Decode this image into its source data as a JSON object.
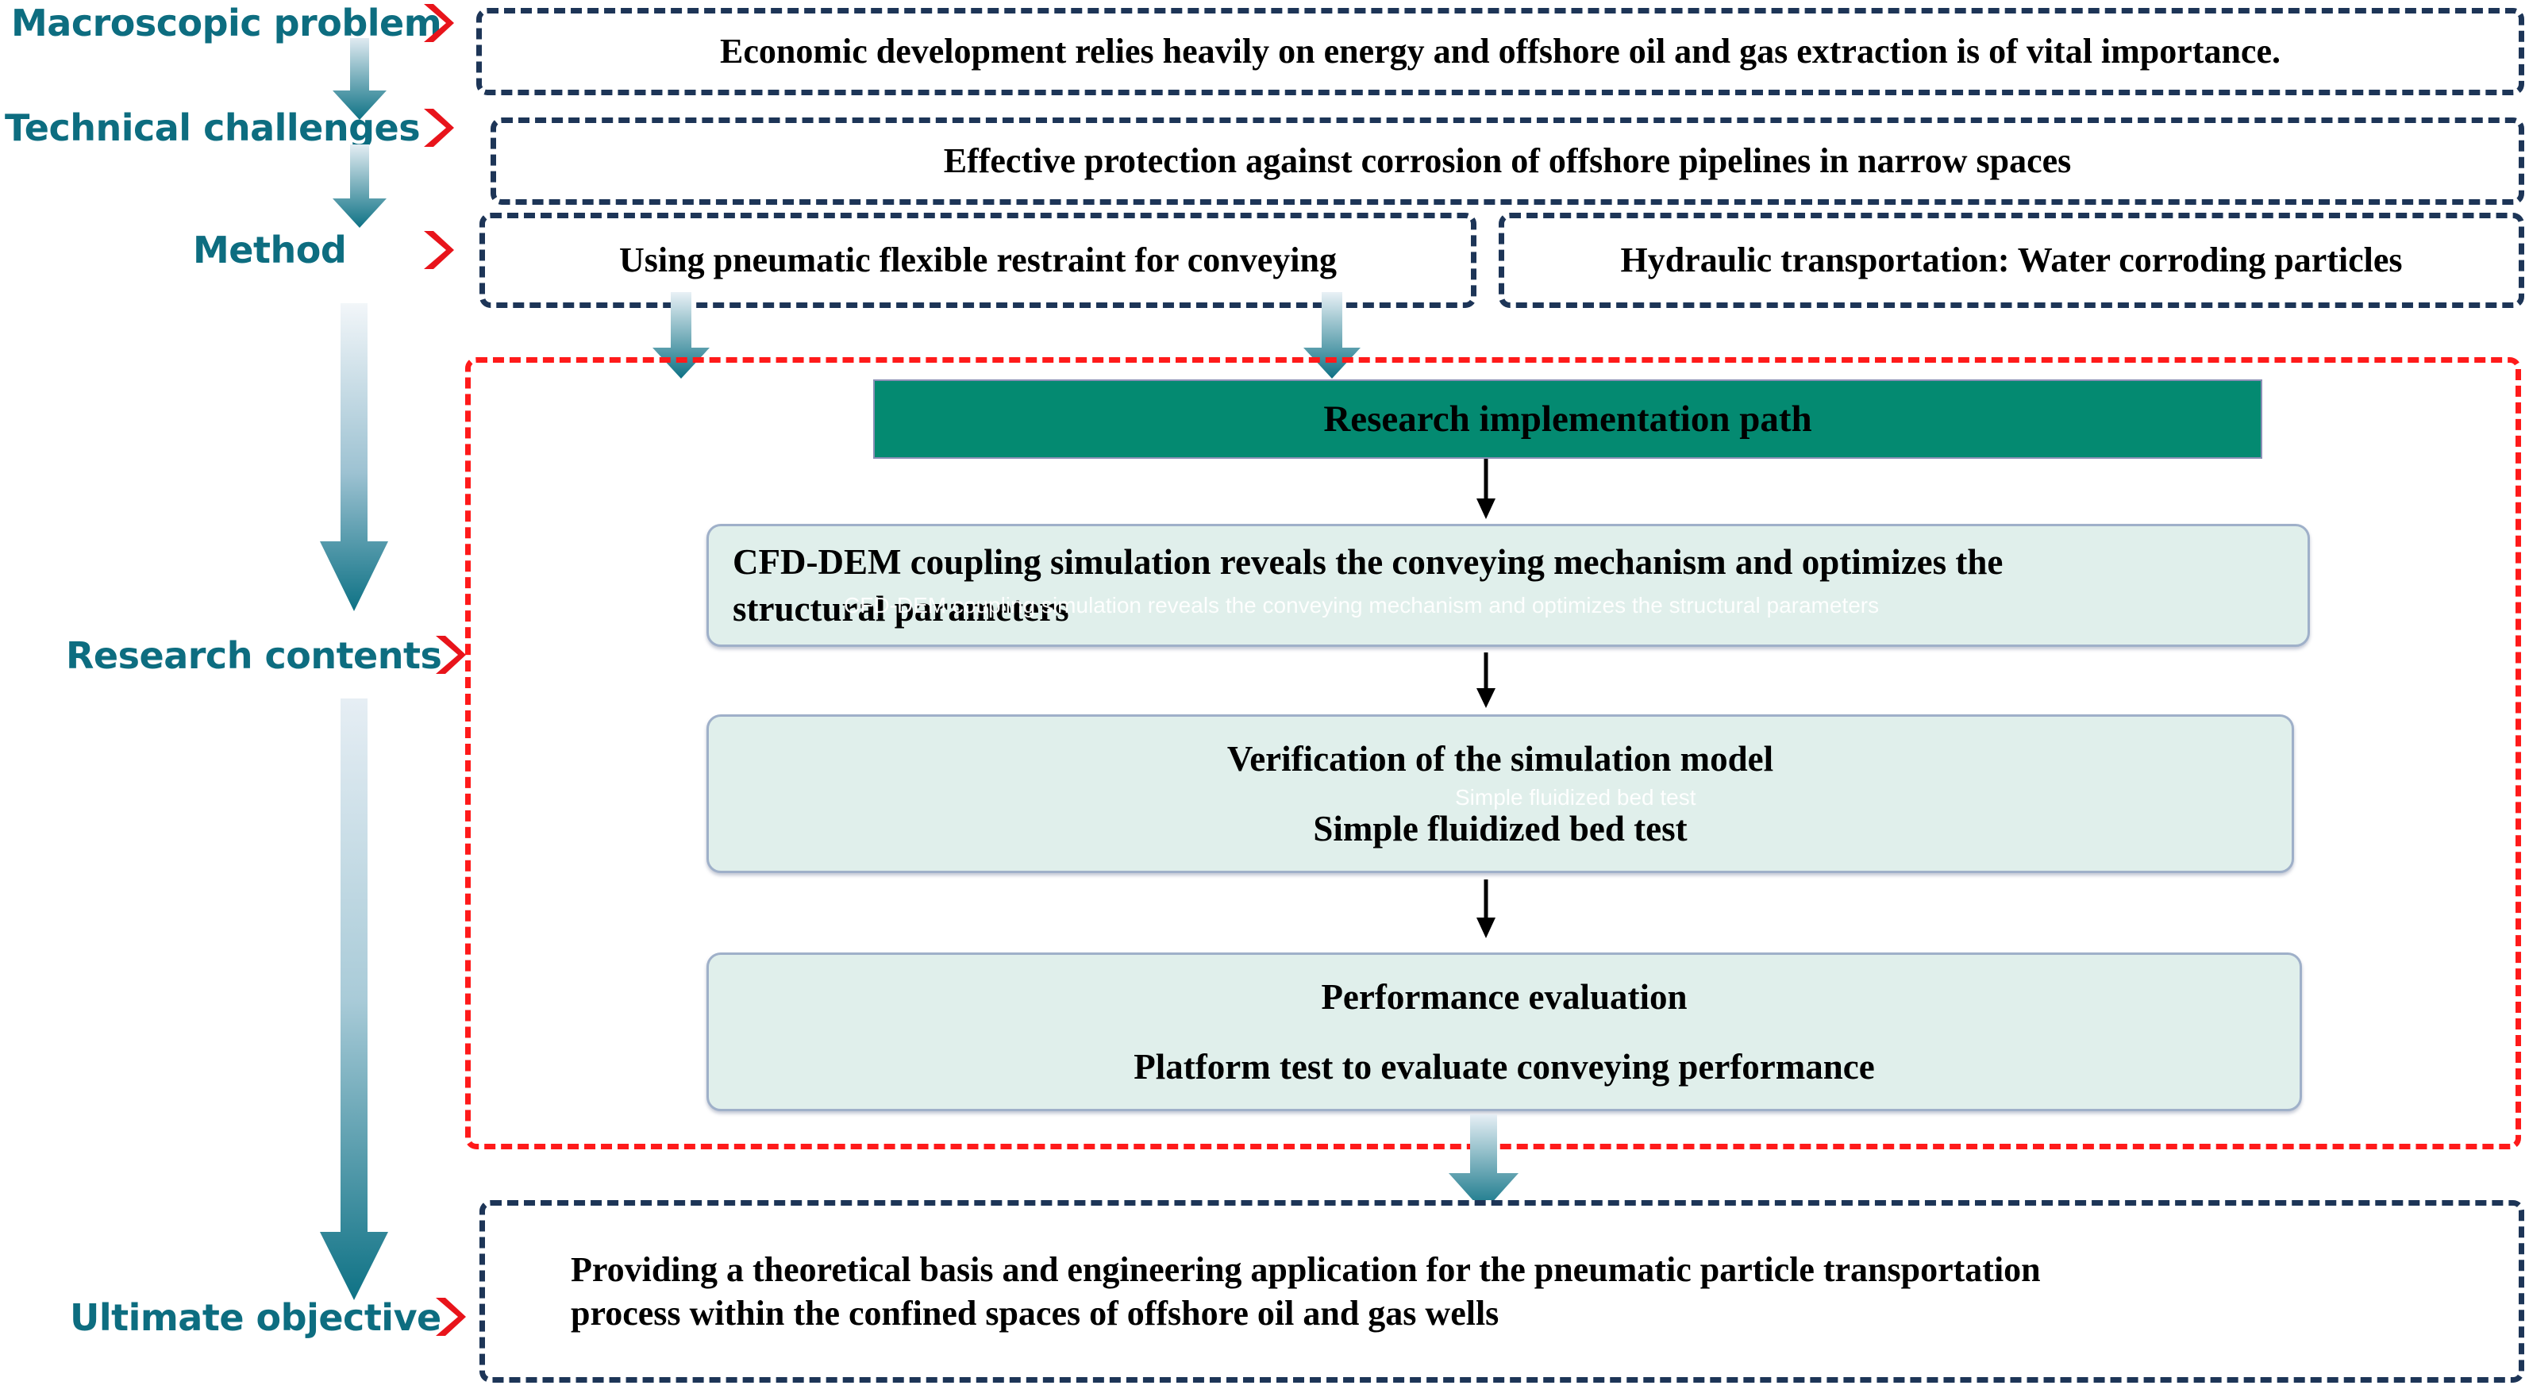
{
  "rail": {
    "items": [
      {
        "label": "Macroscopic problem"
      },
      {
        "label": "Technical challenges"
      },
      {
        "label": "Method"
      },
      {
        "label": "Research contents"
      },
      {
        "label": "Ultimate objective"
      }
    ]
  },
  "boxes": {
    "macroscopic": "Economic development relies heavily on energy and offshore oil and gas extraction is of vital importance.",
    "technical": "Effective protection against corrosion of offshore pipelines in narrow spaces",
    "method_left": "Using pneumatic flexible restraint for conveying",
    "method_right": "Hydraulic transportation: Water corroding particles",
    "objective_line1": "Providing a theoretical basis and engineering application for the pneumatic particle transportation",
    "objective_line2": "process within the confined spaces of offshore oil and gas wells"
  },
  "research": {
    "header": "Research implementation path",
    "steps": [
      {
        "line1": "CFD-DEM coupling simulation reveals the conveying mechanism and optimizes the",
        "line2": "structural parameters",
        "ghost": "CFD-DEM coupling simulation reveals the conveying mechanism and optimizes the structural parameters"
      },
      {
        "line1": "Verification of the simulation model",
        "line2": "Simple fluidized bed test",
        "ghost": "Simple fluidized bed test"
      },
      {
        "line1": "Performance evaluation",
        "line2": "Platform test to evaluate conveying performance",
        "ghost": ""
      }
    ]
  },
  "colors": {
    "rail_text": "#0d6d80",
    "chevron": "#e8141b",
    "navy_dash": "#1d3557",
    "red_dash": "#ff1a1a",
    "green_header": "#048a71",
    "mint_fill": "#e0efeb",
    "mint_border": "#9fb0c9",
    "arrow_teal_dark": "#0e7285",
    "arrow_teal_light": "#dce9f0"
  },
  "icons": {
    "chevron": "chevron-right-icon",
    "flow_arrow": "down-arrow-icon",
    "gradient_arrow": "gradient-down-arrow-icon"
  }
}
